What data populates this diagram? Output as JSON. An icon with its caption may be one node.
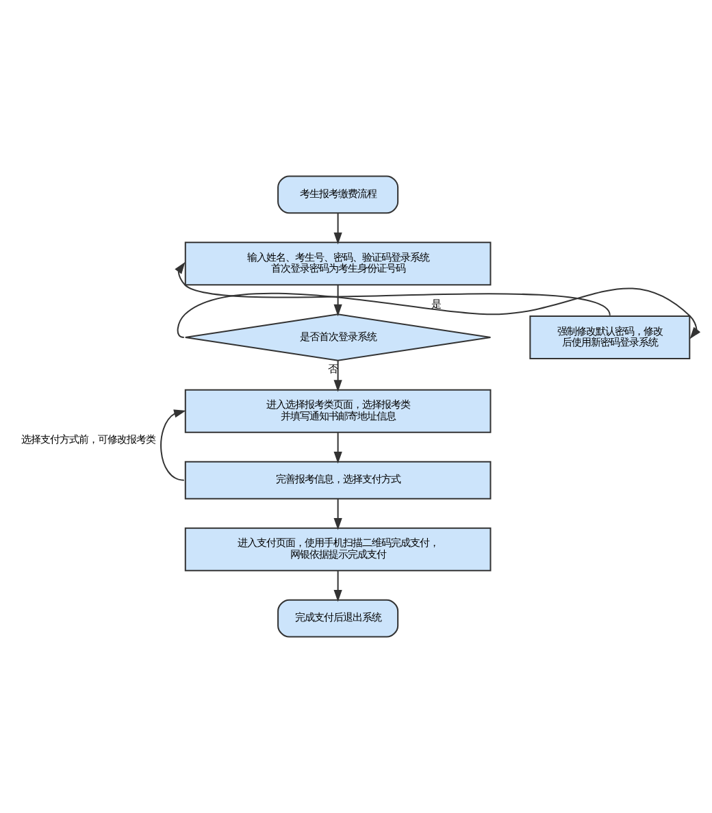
{
  "diagram": {
    "nodes": [
      {
        "text": [
          "考生报考缴费流程"
        ]
      },
      {
        "text": [
          "输入姓名、考生号、密码、验证码登录系统首次登录密码为考生身份证号码"
        ]
      },
      {
        "text": [
          "是否首次登录系统"
        ]
      },
      {
        "text": [
          "强制修改默认密码，修改后使用新密码登录系统"
        ]
      },
      {
        "text": [
          "进入选择报考类页面，选择报考类并填写通知书邮寄地址信息"
        ]
      },
      {
        "text": [
          "完善报考信息，选择支付方式"
        ]
      },
      {
        "text": [
          "进入支付页面，使用手机扫描二维码完成支付，网银依据提示完成支付"
        ]
      },
      {
        "text": [
          "完成支付后退出系统"
        ]
      }
    ],
    "edges": [
      {
        "from": 0,
        "to": 1,
        "arrow": "to"
      },
      {
        "from": 1,
        "to": 2,
        "arrow": "to"
      },
      {
        "from": 2,
        "to": 3,
        "arrow": "to",
        "label": "是"
      },
      {
        "from": 3,
        "to": 1,
        "arrow": "to"
      },
      {
        "from": 2,
        "to": 4,
        "arrow": "to",
        "label": "否"
      },
      {
        "from": 4,
        "to": 5,
        "arrow": "to"
      },
      {
        "from": 5,
        "to": 4,
        "arrow": "to",
        "label": "选择支付方式前，可修改报考类"
      },
      {
        "from": 5,
        "to": 6,
        "arrow": "to"
      },
      {
        "from": 6,
        "to": 7,
        "arrow": "to"
      }
    ]
  }
}
